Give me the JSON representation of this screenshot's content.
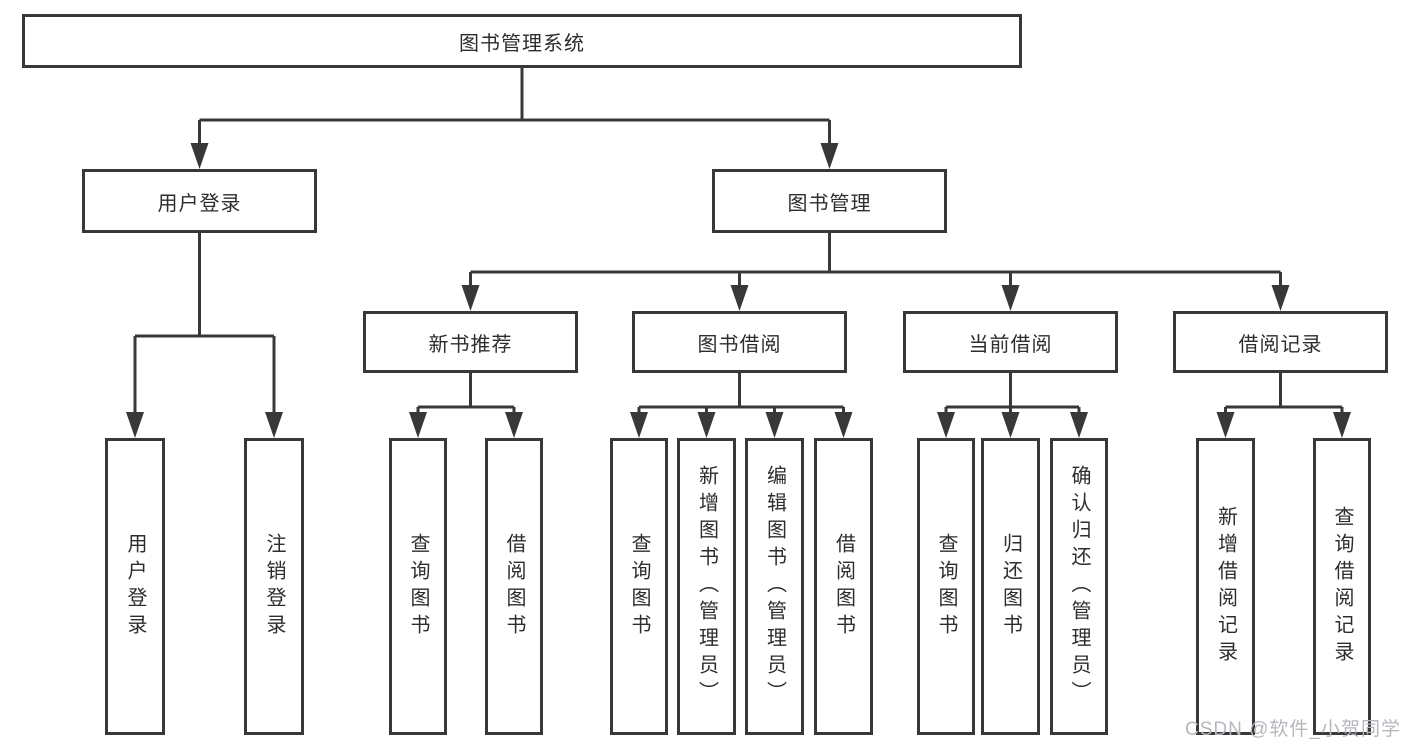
{
  "diagram": {
    "root": {
      "label": "图书管理系统"
    },
    "branches": [
      {
        "label": "用户登录",
        "children": [
          {
            "label": "用户登录"
          },
          {
            "label": "注销登录"
          }
        ]
      },
      {
        "label": "图书管理",
        "children": [
          {
            "label": "新书推荐",
            "children": [
              {
                "label": "查询图书"
              },
              {
                "label": "借阅图书"
              }
            ]
          },
          {
            "label": "图书借阅",
            "children": [
              {
                "label": "查询图书"
              },
              {
                "label": "新增图书（管理员）"
              },
              {
                "label": "编辑图书（管理员）"
              },
              {
                "label": "借阅图书"
              }
            ]
          },
          {
            "label": "当前借阅",
            "children": [
              {
                "label": "查询图书"
              },
              {
                "label": "归还图书"
              },
              {
                "label": "确认归还（管理员）"
              }
            ]
          },
          {
            "label": "借阅记录",
            "children": [
              {
                "label": "新增借阅记录"
              },
              {
                "label": "查询借阅记录"
              }
            ]
          }
        ]
      }
    ]
  },
  "watermark": {
    "text": "CSDN @软件_小贺同学"
  },
  "colors": {
    "line": "#383838",
    "text": "#2d2d2d",
    "watermark": "#b4b8be",
    "background": "#ffffff"
  }
}
